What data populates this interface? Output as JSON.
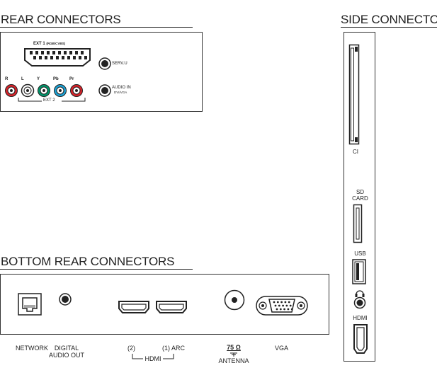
{
  "sections": {
    "rear": "REAR CONNECTORS",
    "side": "SIDE CONNECTORS",
    "bottom": "BOTTOM REAR CONNECTORS"
  },
  "rear": {
    "ext1_label": "EXT 1",
    "ext1_sub": "(RGB/CVBS)",
    "rca": [
      "R",
      "L",
      "Y",
      "Pb",
      "Pr"
    ],
    "ext2_label": "EXT 2",
    "servu_label": "SERV.U",
    "audio_in_label": "AUDIO IN",
    "audio_in_sub": "DVI/VGA"
  },
  "side": {
    "ci_label": "CI",
    "sd_label_1": "SD",
    "sd_label_2": "CARD",
    "usb_label": "USB",
    "hdmi_label": "HDMI"
  },
  "bottom": {
    "network_label": "NETWORK",
    "digital_label_1": "DIGITAL",
    "digital_label_2": "AUDIO OUT",
    "hdmi2_label": "(2)",
    "hdmi1_label": "(1) ARC",
    "hdmi_group_label": "HDMI",
    "antenna_value": "75 Ω",
    "antenna_label": "ANTENNA",
    "vga_label": "VGA"
  },
  "colors": {
    "red": "#d8232a",
    "white": "#ffffff",
    "green": "#00966b",
    "blue": "#1ba3d6",
    "line": "#222222"
  }
}
